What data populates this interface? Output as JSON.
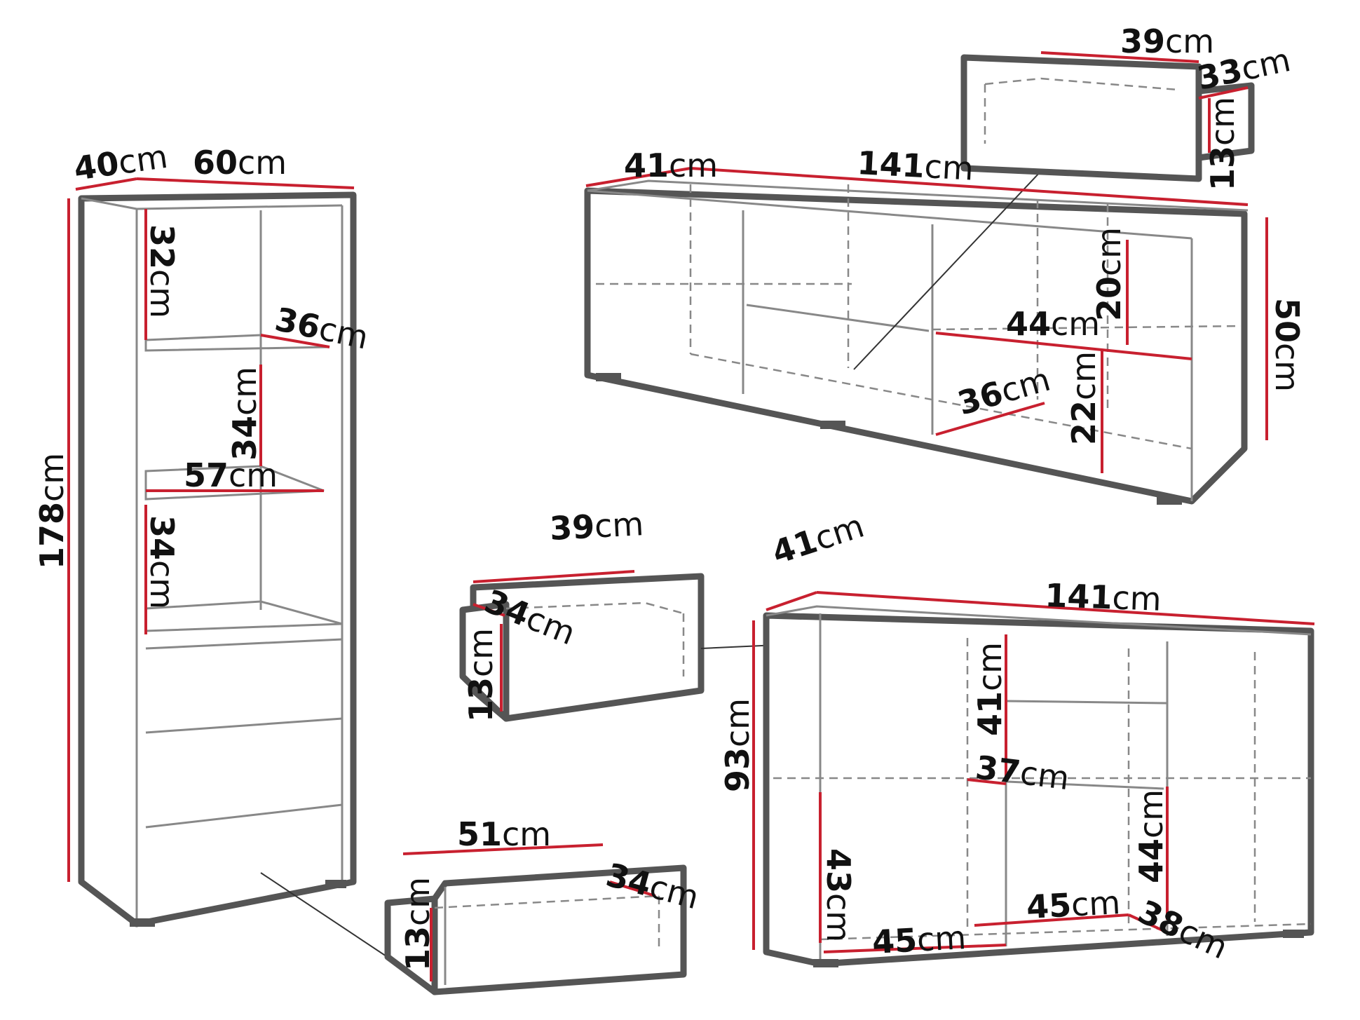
{
  "colors": {
    "dimension": "#c8202f",
    "outline": "#555555",
    "leader": "#333333"
  },
  "unit": "cm",
  "labels": {
    "bk_depth": "40",
    "bk_width": "60",
    "bk_height": "178",
    "bk_top": "32",
    "bk_shelf1": "36",
    "bk_mid": "34",
    "bk_shelf2": "57",
    "bk_low": "34",
    "tv_depth": "41",
    "tv_width": "141",
    "tv_height": "50",
    "tv_comp": "20",
    "tv_shelf": "44",
    "tv_depth2": "36",
    "tv_lower": "22",
    "tvd_w": "39",
    "tvd_d": "33",
    "tvd_h": "13",
    "sbd_w": "39",
    "sbd_d": "34",
    "sbd_h": "13",
    "sb_depth": "41",
    "sb_width": "141",
    "sb_height": "93",
    "sb_top": "41",
    "sb_inner": "37",
    "sb_left": "43",
    "sb_right": "44",
    "sb_b1": "45",
    "sb_b2": "45",
    "sb_b3": "38",
    "bkd_w": "51",
    "bkd_d": "34",
    "bkd_h": "13"
  }
}
